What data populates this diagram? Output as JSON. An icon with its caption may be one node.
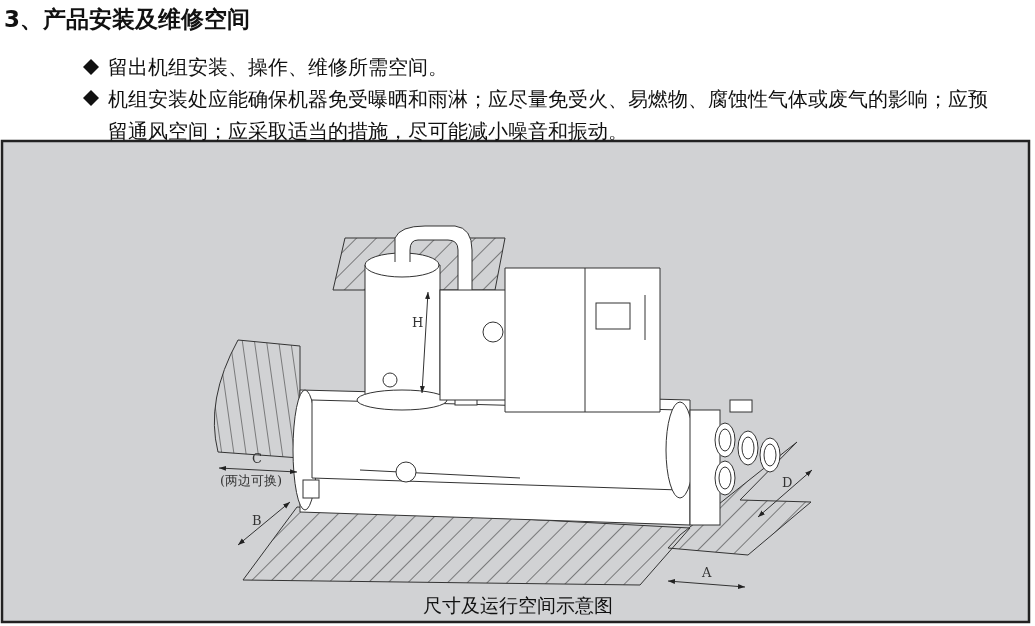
{
  "diagram": {
    "title": "3、产品安装及维修空间",
    "caption": "尺寸及运行空间示意图",
    "labels": [
      "留出机组安装、操作、维修所需空间。",
      "机组安装处应能确保机器免受曝晒和雨淋；应尽量免受火、易燃物、腐蚀性气体或废气的影响；应预留通风空间；应采取适当的措施，尽可能减小噪音和振动。",
      "H",
      "C",
      "(两边可换)",
      "B",
      "D",
      "A"
    ]
  }
}
